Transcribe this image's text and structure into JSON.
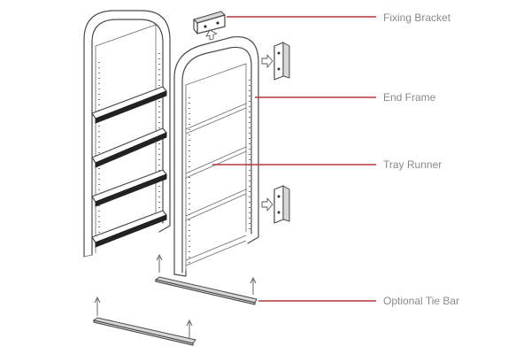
{
  "callouts": {
    "fixing_bracket": "Fixing Bracket",
    "end_frame": "End Frame",
    "tray_runner": "Tray Runner",
    "optional_tie_bar": "Optional Tie Bar"
  },
  "colors": {
    "leader_line": "#b33a3a",
    "label_text": "#8a8a8a",
    "line_art": "#4a4a4a"
  }
}
